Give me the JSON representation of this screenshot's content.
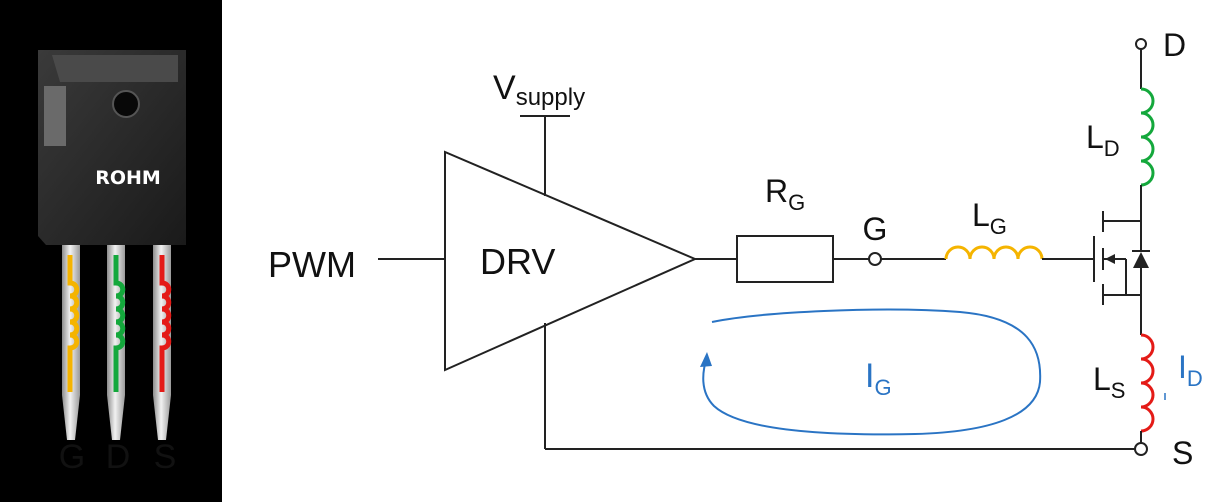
{
  "package": {
    "brand": "ROHM",
    "pins": [
      "G",
      "D",
      "S"
    ],
    "pin_colors": [
      "#f5b400",
      "#14a83c",
      "#e41b17"
    ]
  },
  "circuit": {
    "input_label": "PWM",
    "driver_label": "DRV",
    "supply": {
      "main": "V",
      "sub": "supply"
    },
    "resistor": {
      "main": "R",
      "sub": "G"
    },
    "gate_node": "G",
    "gate_inductor": {
      "main": "L",
      "sub": "G"
    },
    "drain_node": "D",
    "drain_inductor": {
      "main": "L",
      "sub": "D"
    },
    "source_node": "S",
    "source_inductor": {
      "main": "L",
      "sub": "S"
    },
    "gate_current": {
      "main": "I",
      "sub": "G"
    },
    "drain_current": {
      "main": "I",
      "sub": "D"
    }
  },
  "colors": {
    "background": "#000000",
    "schematic_bg": "#ffffff",
    "wire": "#222222",
    "gate_inductor": "#f5b400",
    "drain_inductor": "#14a83c",
    "source_inductor": "#e41b17",
    "current_loop": "#2a74c4"
  }
}
